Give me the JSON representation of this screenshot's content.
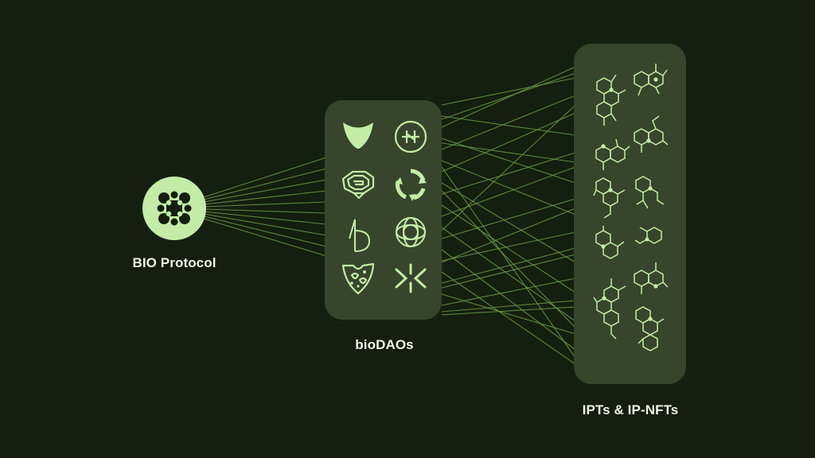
{
  "colors": {
    "background": "#141f0f",
    "panel": "#37452c",
    "accent": "#c4eca8",
    "line": "#6c9a4a",
    "label": "#ecf6e4"
  },
  "bio_protocol": {
    "label": "BIO Protocol",
    "icon": "bio-protocol-logo-icon"
  },
  "biodaos": {
    "label": "bioDAOs",
    "icons": [
      "valley-dao-logo-icon",
      "circle-h-logo-icon",
      "brain-maze-logo-icon",
      "ring-arrows-logo-icon",
      "arrow-d-logo-icon",
      "petal-flower-logo-icon",
      "leaf-shield-logo-icon",
      "chevron-split-logo-icon"
    ]
  },
  "ipts": {
    "label": "IPTs & IP-NFTs",
    "icons": [
      "molecule-structure-icon",
      "molecule-structure-icon",
      "molecule-structure-icon",
      "molecule-structure-icon",
      "molecule-structure-icon",
      "molecule-structure-icon",
      "molecule-structure-icon",
      "molecule-structure-icon",
      "molecule-structure-icon",
      "molecule-structure-icon",
      "molecule-structure-icon",
      "molecule-structure-icon"
    ]
  }
}
